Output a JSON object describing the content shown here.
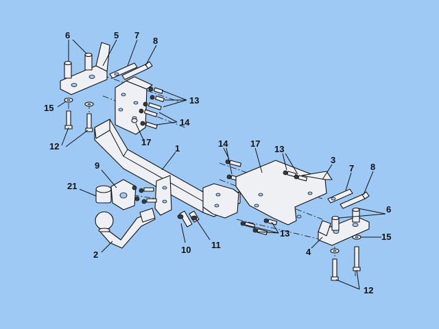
{
  "diagram": {
    "background_color": "#9ec9f5",
    "part_color": "#eef0f4",
    "line_color": "#111111",
    "labels": {
      "left_6": "6",
      "left_5": "5",
      "left_7": "7",
      "left_8": "8",
      "left_13": "13",
      "left_14": "14",
      "left_15": "15",
      "left_17": "17",
      "left_12": "12",
      "center_1": "1",
      "center_9": "9",
      "center_21": "21",
      "center_2": "2",
      "center_10": "10",
      "center_11": "11",
      "right_14": "14",
      "right_17": "17",
      "right_13_top": "13",
      "right_3": "3",
      "right_7": "7",
      "right_8": "8",
      "right_6": "6",
      "right_15": "15",
      "right_4": "4",
      "right_13_bottom": "13",
      "right_12": "12"
    }
  }
}
